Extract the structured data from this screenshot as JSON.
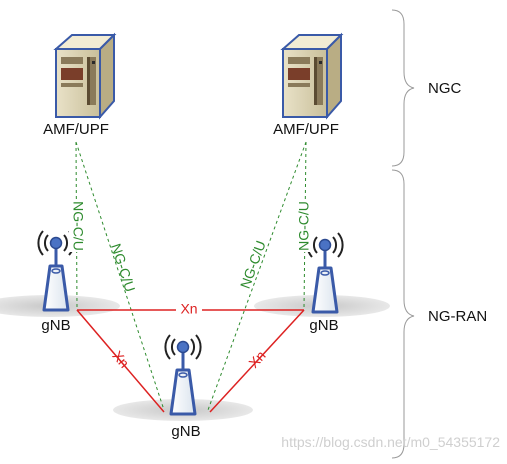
{
  "groups": {
    "core": "NGC",
    "ran": "NG-RAN"
  },
  "core_nodes": {
    "left": "AMF/UPF",
    "right": "AMF/UPF"
  },
  "ran_nodes": {
    "left": "gNB",
    "right": "gNB",
    "bottom": "gNB"
  },
  "links": {
    "ngcu_left_gnb_left": "NG-C/U",
    "ngcu_left_gnb_bottom": "NG-C/U",
    "ngcu_right_gnb_bottom": "NG-C/U",
    "ngcu_right_gnb_right": "NG-C/U",
    "xn_top": "Xn",
    "xn_left": "Xn",
    "xn_right": "Xn"
  },
  "watermark": "https://blog.csdn.net/m0_54355172",
  "colors": {
    "ng_link": "#2e8b2e",
    "xn_link": "#dd2222",
    "brace": "#9a9a9a",
    "watermark": "#cfcfcf"
  },
  "icons": {
    "server": "server-icon",
    "antenna": "antenna-icon"
  }
}
